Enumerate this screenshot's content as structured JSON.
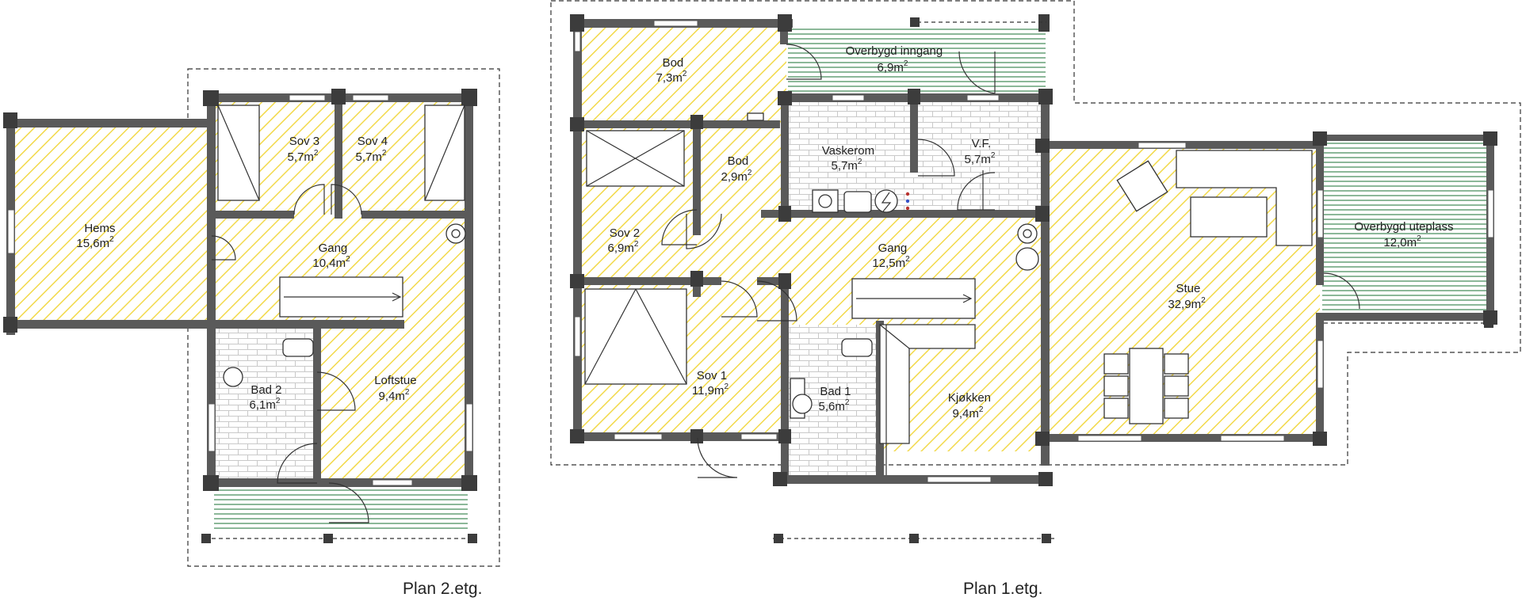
{
  "plans": {
    "upper": {
      "title": "Plan 2.etg.",
      "rooms": {
        "hems": {
          "name": "Hems",
          "area": "15,6",
          "unit": "m",
          "exp": "2"
        },
        "sov3": {
          "name": "Sov 3",
          "area": "5,7",
          "unit": "m",
          "exp": "2"
        },
        "sov4": {
          "name": "Sov 4",
          "area": "5,7",
          "unit": "m",
          "exp": "2"
        },
        "gang": {
          "name": "Gang",
          "area": "10,4",
          "unit": "m",
          "exp": "2"
        },
        "bad2": {
          "name": "Bad 2",
          "area": "6,1",
          "unit": "m",
          "exp": "2"
        },
        "loftstue": {
          "name": "Loftstue",
          "area": "9,4",
          "unit": "m",
          "exp": "2"
        }
      }
    },
    "lower": {
      "title": "Plan 1.etg.",
      "rooms": {
        "bod1": {
          "name": "Bod",
          "area": "7,3",
          "unit": "m",
          "exp": "2"
        },
        "inngang": {
          "name": "Overbygd inngang",
          "area": "6,9",
          "unit": "m",
          "exp": "2"
        },
        "vaskerom": {
          "name": "Vaskerom",
          "area": "5,7",
          "unit": "m",
          "exp": "2"
        },
        "vf": {
          "name": "V.F.",
          "area": "5,7",
          "unit": "m",
          "exp": "2"
        },
        "bod2": {
          "name": "Bod",
          "area": "2,9",
          "unit": "m",
          "exp": "2"
        },
        "sov2": {
          "name": "Sov 2",
          "area": "6,9",
          "unit": "m",
          "exp": "2"
        },
        "gang": {
          "name": "Gang",
          "area": "12,5",
          "unit": "m",
          "exp": "2"
        },
        "stue": {
          "name": "Stue",
          "area": "32,9",
          "unit": "m",
          "exp": "2"
        },
        "uteplass": {
          "name": "Overbygd uteplass",
          "area": "12,0",
          "unit": "m",
          "exp": "2"
        },
        "sov1": {
          "name": "Sov 1",
          "area": "11,9",
          "unit": "m",
          "exp": "2"
        },
        "bad1": {
          "name": "Bad 1",
          "area": "5,6",
          "unit": "m",
          "exp": "2"
        },
        "kjokken": {
          "name": "Kjøkken",
          "area": "9,4",
          "unit": "m",
          "exp": "2"
        }
      }
    }
  },
  "colors": {
    "hatch": "#f2d94a",
    "wall": "#5a5a5a",
    "post": "#3c3c3c",
    "tile": "#c9c9c9",
    "deck": "#3f8a55"
  }
}
